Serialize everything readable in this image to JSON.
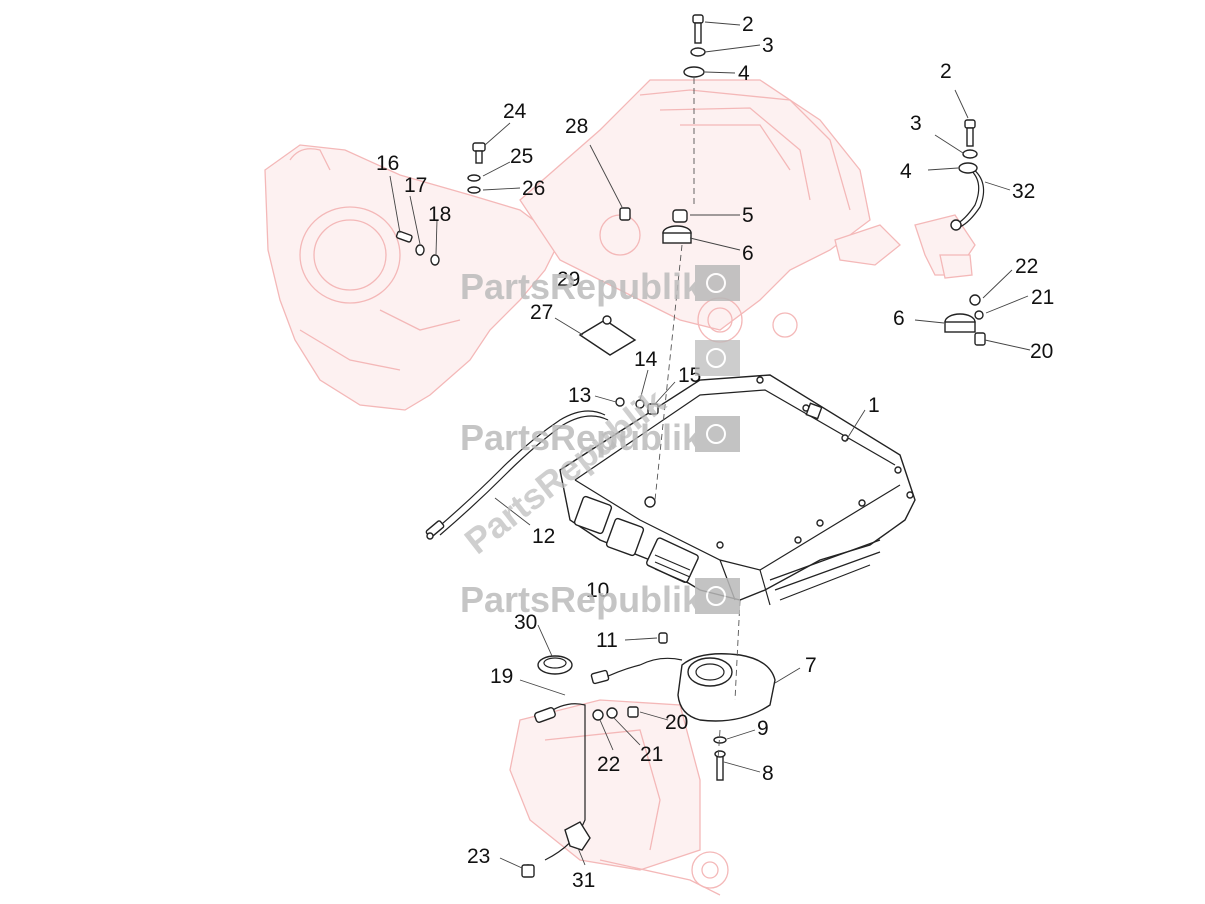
{
  "watermark": {
    "text": "PartsRepublik",
    "icon": "gear-icon",
    "color": "#bcbcbc"
  },
  "diagram": {
    "callouts": [
      {
        "label": "1"
      },
      {
        "label": "2"
      },
      {
        "label": "3"
      },
      {
        "label": "4"
      },
      {
        "label": "5"
      },
      {
        "label": "6"
      },
      {
        "label": "2"
      },
      {
        "label": "3"
      },
      {
        "label": "4"
      },
      {
        "label": "32"
      },
      {
        "label": "22"
      },
      {
        "label": "21"
      },
      {
        "label": "6"
      },
      {
        "label": "20"
      },
      {
        "label": "24"
      },
      {
        "label": "25"
      },
      {
        "label": "26"
      },
      {
        "label": "16"
      },
      {
        "label": "17"
      },
      {
        "label": "18"
      },
      {
        "label": "28"
      },
      {
        "label": "29"
      },
      {
        "label": "27"
      },
      {
        "label": "14"
      },
      {
        "label": "15"
      },
      {
        "label": "13"
      },
      {
        "label": "12"
      },
      {
        "label": "10"
      },
      {
        "label": "11"
      },
      {
        "label": "30"
      },
      {
        "label": "7"
      },
      {
        "label": "19"
      },
      {
        "label": "20"
      },
      {
        "label": "21"
      },
      {
        "label": "22"
      },
      {
        "label": "9"
      },
      {
        "label": "8"
      },
      {
        "label": "23"
      },
      {
        "label": "31"
      }
    ]
  }
}
